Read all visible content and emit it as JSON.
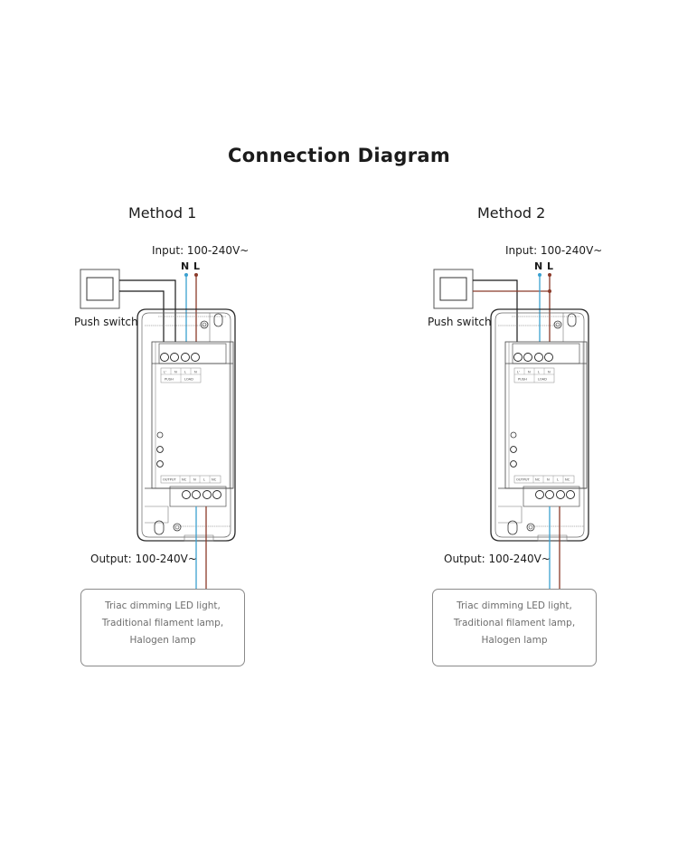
{
  "title": "Connection Diagram",
  "colors": {
    "neutral_wire": "#3aa0d0",
    "live_wire": "#8b3a2a",
    "switch_wire": "#1a1a1a",
    "outline": "#2a2a2a",
    "load_text": "#6e6e6e"
  },
  "methods": [
    {
      "label": "Method 1",
      "input_label": "Input: 100-240V~",
      "neutral_label": "N",
      "live_label": "L",
      "switch_label": "Push switch",
      "input_terminal_labels": [
        "L'",
        "N",
        "L",
        "N"
      ],
      "input_group_labels": [
        "PUSH",
        "LOAD"
      ],
      "output_terminal_labels": [
        "OUTPUT",
        "NC",
        "N",
        "L",
        "NC"
      ],
      "output_label": "Output: 100-240V~",
      "load_lines": [
        "Triac dimming LED light,",
        "Traditional filament lamp,",
        "Halogen lamp"
      ]
    },
    {
      "label": "Method 2",
      "input_label": "Input: 100-240V~",
      "neutral_label": "N",
      "live_label": "L",
      "switch_label": "Push switch",
      "input_terminal_labels": [
        "L'",
        "N",
        "L",
        "N"
      ],
      "input_group_labels": [
        "PUSH",
        "LOAD"
      ],
      "output_terminal_labels": [
        "OUTPUT",
        "NC",
        "N",
        "L",
        "NC"
      ],
      "output_label": "Output: 100-240V~",
      "load_lines": [
        "Triac dimming LED light,",
        "Traditional filament lamp,",
        "Halogen lamp"
      ]
    }
  ]
}
